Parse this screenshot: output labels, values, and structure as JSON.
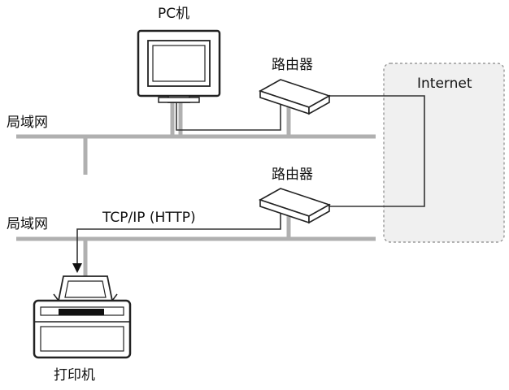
{
  "labels": {
    "pc": "PC机",
    "router_top": "路由器",
    "router_bottom": "路由器",
    "internet": "Internet",
    "lan_top": "局域网",
    "lan_bottom": "局域网",
    "protocol": "TCP/IP (HTTP)",
    "printer": "打印机"
  },
  "colors": {
    "lan_line": "#b0b0b0",
    "wire": "#333333",
    "internet_fill": "#f0f0f0",
    "internet_border": "#888888"
  },
  "icons": [
    "pc-monitor-icon",
    "router-icon",
    "printer-icon"
  ]
}
